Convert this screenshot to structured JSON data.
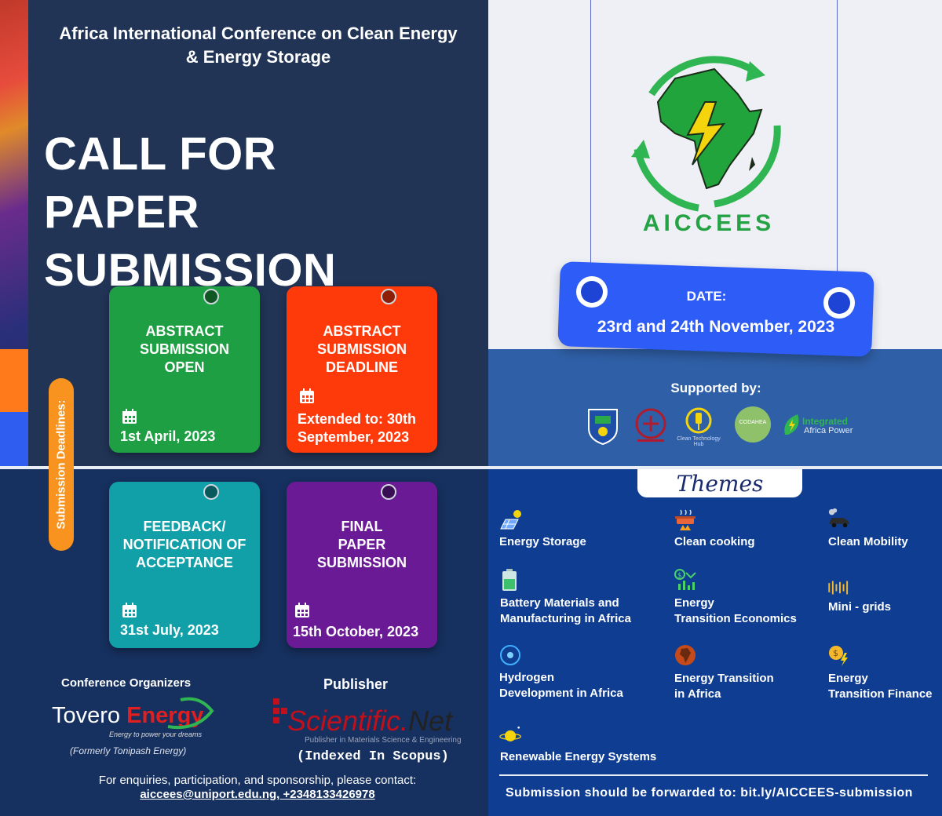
{
  "header": {
    "conference_title_line1": "Africa International Conference on Clean Energy",
    "conference_title_line2": "& Energy Storage",
    "cfp_line1": "CALL FOR",
    "cfp_line2": "PAPER SUBMISSION"
  },
  "deadlines": {
    "pill_label": "Submission Deadlines:",
    "cards": [
      {
        "title_lines": [
          "ABSTRACT",
          "SUBMISSION",
          "OPEN"
        ],
        "date_lines": [
          "1st April, 2023"
        ],
        "color": "#1f9f43"
      },
      {
        "title_lines": [
          "ABSTRACT",
          "SUBMISSION",
          "DEADLINE"
        ],
        "date_lines": [
          "Extended to: 30th",
          "September, 2023"
        ],
        "color": "#ff3a0a"
      },
      {
        "title_lines": [
          "FEEDBACK/",
          "NOTIFICATION OF",
          "ACCEPTANCE"
        ],
        "date_lines": [
          "31st July, 2023"
        ],
        "color": "#12a0a8"
      },
      {
        "title_lines": [
          "FINAL",
          "PAPER",
          "SUBMISSION"
        ],
        "date_lines": [
          "15th October, 2023"
        ],
        "color": "#6b1a96"
      }
    ]
  },
  "logo": {
    "text": "AICCEES",
    "icon": "africa-lightning-recycle-icon"
  },
  "date": {
    "label": "DATE:",
    "value": "23rd and 24th November, 2023"
  },
  "supporters": {
    "label": "Supported by:",
    "logos": [
      {
        "name": "university-crest-icon"
      },
      {
        "name": "research-centre-logo",
        "caption": ""
      },
      {
        "name": "clean-technology-hub-logo",
        "caption": "Clean Technology Hub"
      },
      {
        "name": "codahea-logo",
        "caption": "CODAHEA"
      },
      {
        "name": "integrated-africa-power-logo",
        "caption_line1": "Integrated",
        "caption_line2": "Africa Power"
      }
    ]
  },
  "themes": {
    "title": "Themes",
    "items": [
      {
        "lines": [
          "Energy Storage"
        ],
        "icon": "solar-panel-icon"
      },
      {
        "lines": [
          "Clean cooking"
        ],
        "icon": "cooking-pot-icon"
      },
      {
        "lines": [
          "Clean Mobility"
        ],
        "icon": "car-icon"
      },
      {
        "lines": [
          "Battery Materials and",
          "Manufacturing in Africa"
        ],
        "icon": "battery-icon"
      },
      {
        "lines": [
          "Energy",
          "Transition Economics"
        ],
        "icon": "money-chart-icon"
      },
      {
        "lines": [
          "Mini - grids"
        ],
        "icon": "grid-bars-icon"
      },
      {
        "lines": [
          "Hydrogen",
          "Development in Africa"
        ],
        "icon": "hydrogen-atom-icon"
      },
      {
        "lines": [
          "Energy Transition",
          "in Africa"
        ],
        "icon": "globe-africa-icon"
      },
      {
        "lines": [
          "Energy",
          "Transition Finance"
        ],
        "icon": "coin-lightning-icon"
      },
      {
        "lines": [
          "Renewable Energy Systems"
        ],
        "icon": "planet-orbit-icon"
      }
    ]
  },
  "organizers": {
    "label": "Conference Organizers",
    "name_part1": "Tovero",
    "name_part2": "Energy",
    "tagline": "Energy to power your dreams",
    "former": "(Formerly Tonipash Energy)"
  },
  "publisher": {
    "label": "Publisher",
    "logo_part1": "Scientific.",
    "logo_part2": "Net",
    "logo_tagline": "Publisher in Materials Science & Engineering",
    "indexed": "(Indexed In Scopus)"
  },
  "contact": {
    "line": "For enquiries, participation, and sponsorship, please contact:",
    "info": "aiccees@uniport.edu.ng, +2348133426978"
  },
  "submission": {
    "text": "Submission should be forwarded to:  bit.ly/AICCEES-submission"
  },
  "colors": {
    "top_left_bg": "#213456",
    "date_card": "#2e5cf6",
    "theme_bg": "#0f3d91",
    "pill": "#f7931e"
  }
}
